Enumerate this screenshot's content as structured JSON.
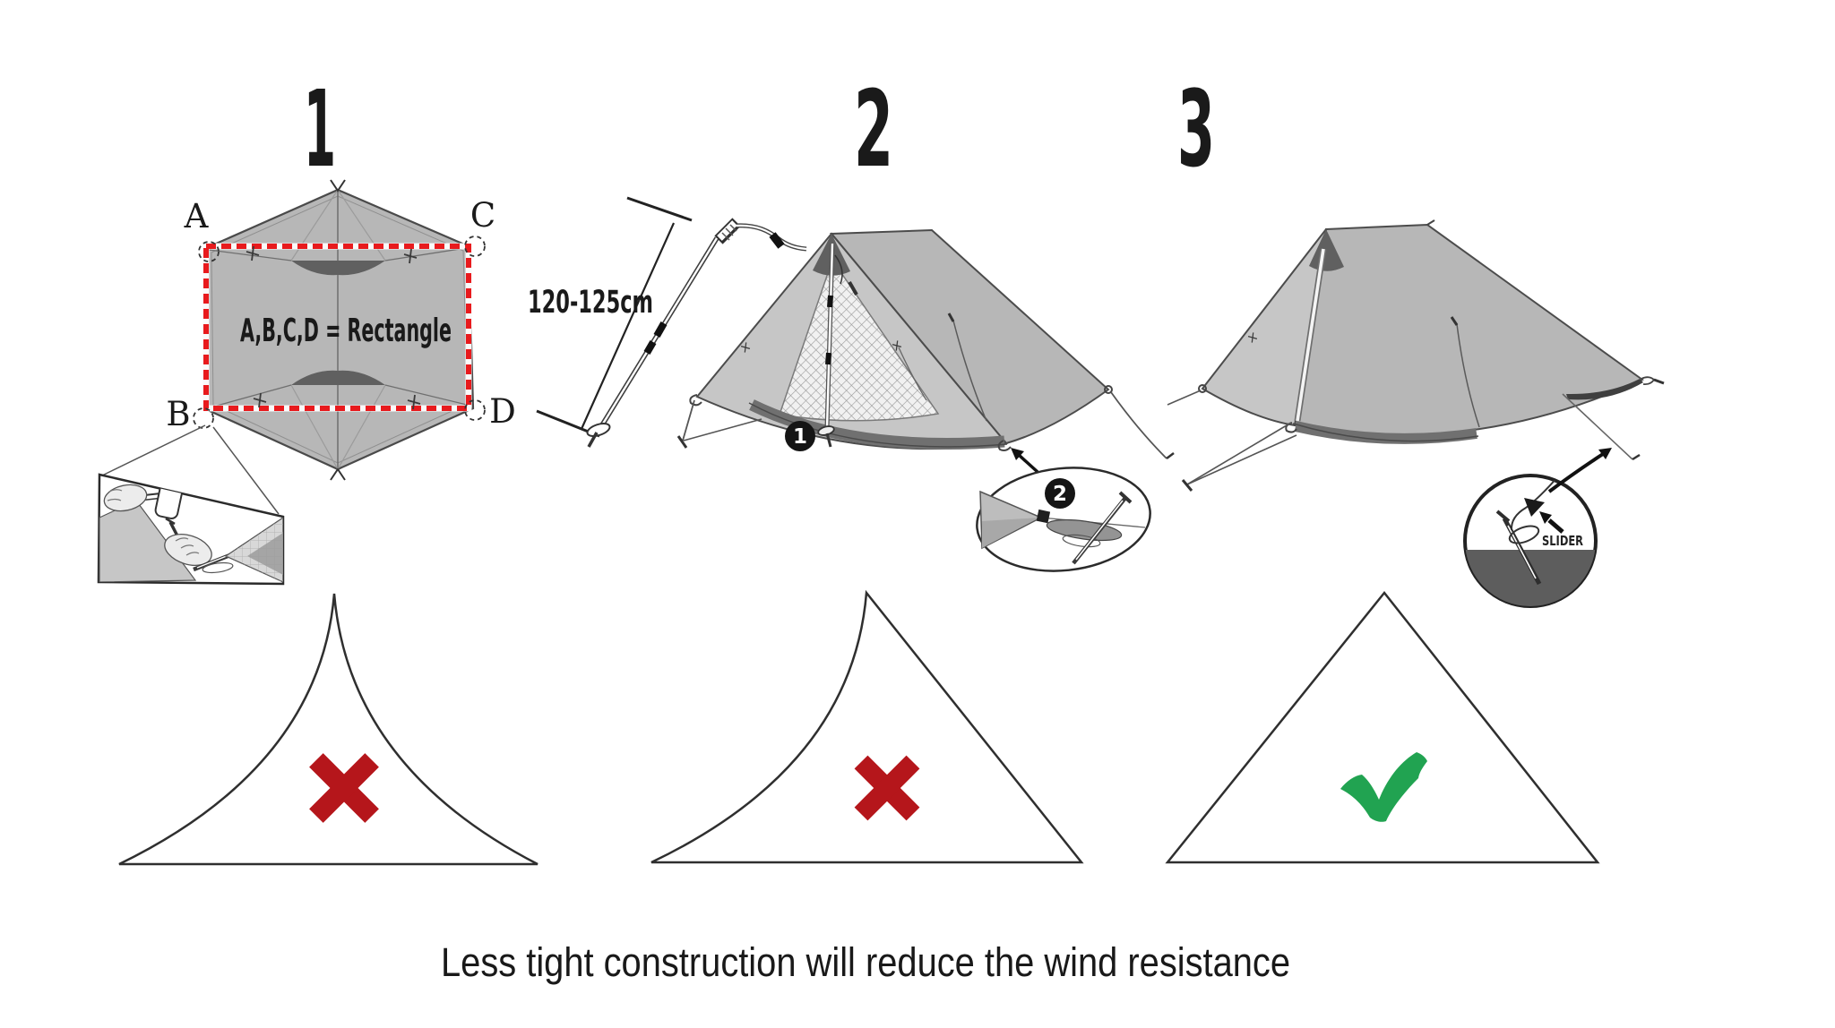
{
  "title_numbers": {
    "step1": "1",
    "step2": "2",
    "step3": "3"
  },
  "footprint": {
    "corner_a": "A",
    "corner_b": "B",
    "corner_c": "C",
    "corner_d": "D",
    "formula": "A,B,C,D = Rectangle"
  },
  "pole": {
    "length_label": "120-125cm"
  },
  "badges": {
    "pole_tip": "1",
    "stake": "2"
  },
  "slider": {
    "label": "SLIDER"
  },
  "caption": "Less tight construction will reduce the wind resistance",
  "colors": {
    "guide_red": "#e81a1d",
    "cross_red": "#b5161b",
    "check_green": "#21a351",
    "tent_gray": "#b7b7b7",
    "tent_gray_light": "#c6c6c6",
    "tent_dark": "#606060",
    "ground_dark": "#5d5d5d",
    "ink": "#1a1a1a"
  }
}
